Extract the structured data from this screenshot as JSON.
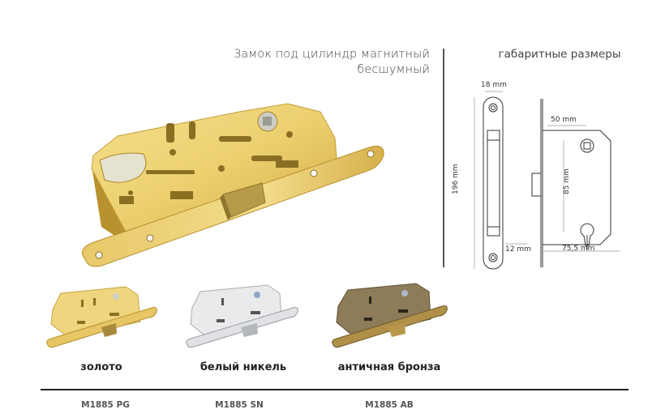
{
  "product": {
    "title_line1": "Замок под цилиндр магнитный",
    "title_line2": "бесшумный",
    "main_image": "lock-gold-large"
  },
  "dimensions": {
    "title": "габаритные размеры",
    "faceplate_width": "18 mm",
    "height": "196 mm",
    "bottom_offset": "12 mm",
    "backset": "50 mm",
    "center_distance": "85 mm",
    "body_width": "75,5 mm"
  },
  "variants": [
    {
      "finish": "золото",
      "code": "M1885 PG",
      "color": "#d9b54a",
      "image": "lock-gold"
    },
    {
      "finish": "белый никель",
      "code": "M1885 SN",
      "color": "#d6d8db",
      "image": "lock-nickel"
    },
    {
      "finish": "античная бронза",
      "code": "M1885 AB",
      "color": "#8a7a55",
      "image": "lock-bronze"
    }
  ],
  "colors": {
    "gold_light": "#f2d77a",
    "gold_mid": "#d9b54a",
    "gold_dark": "#a88628",
    "divider": "#555555"
  }
}
